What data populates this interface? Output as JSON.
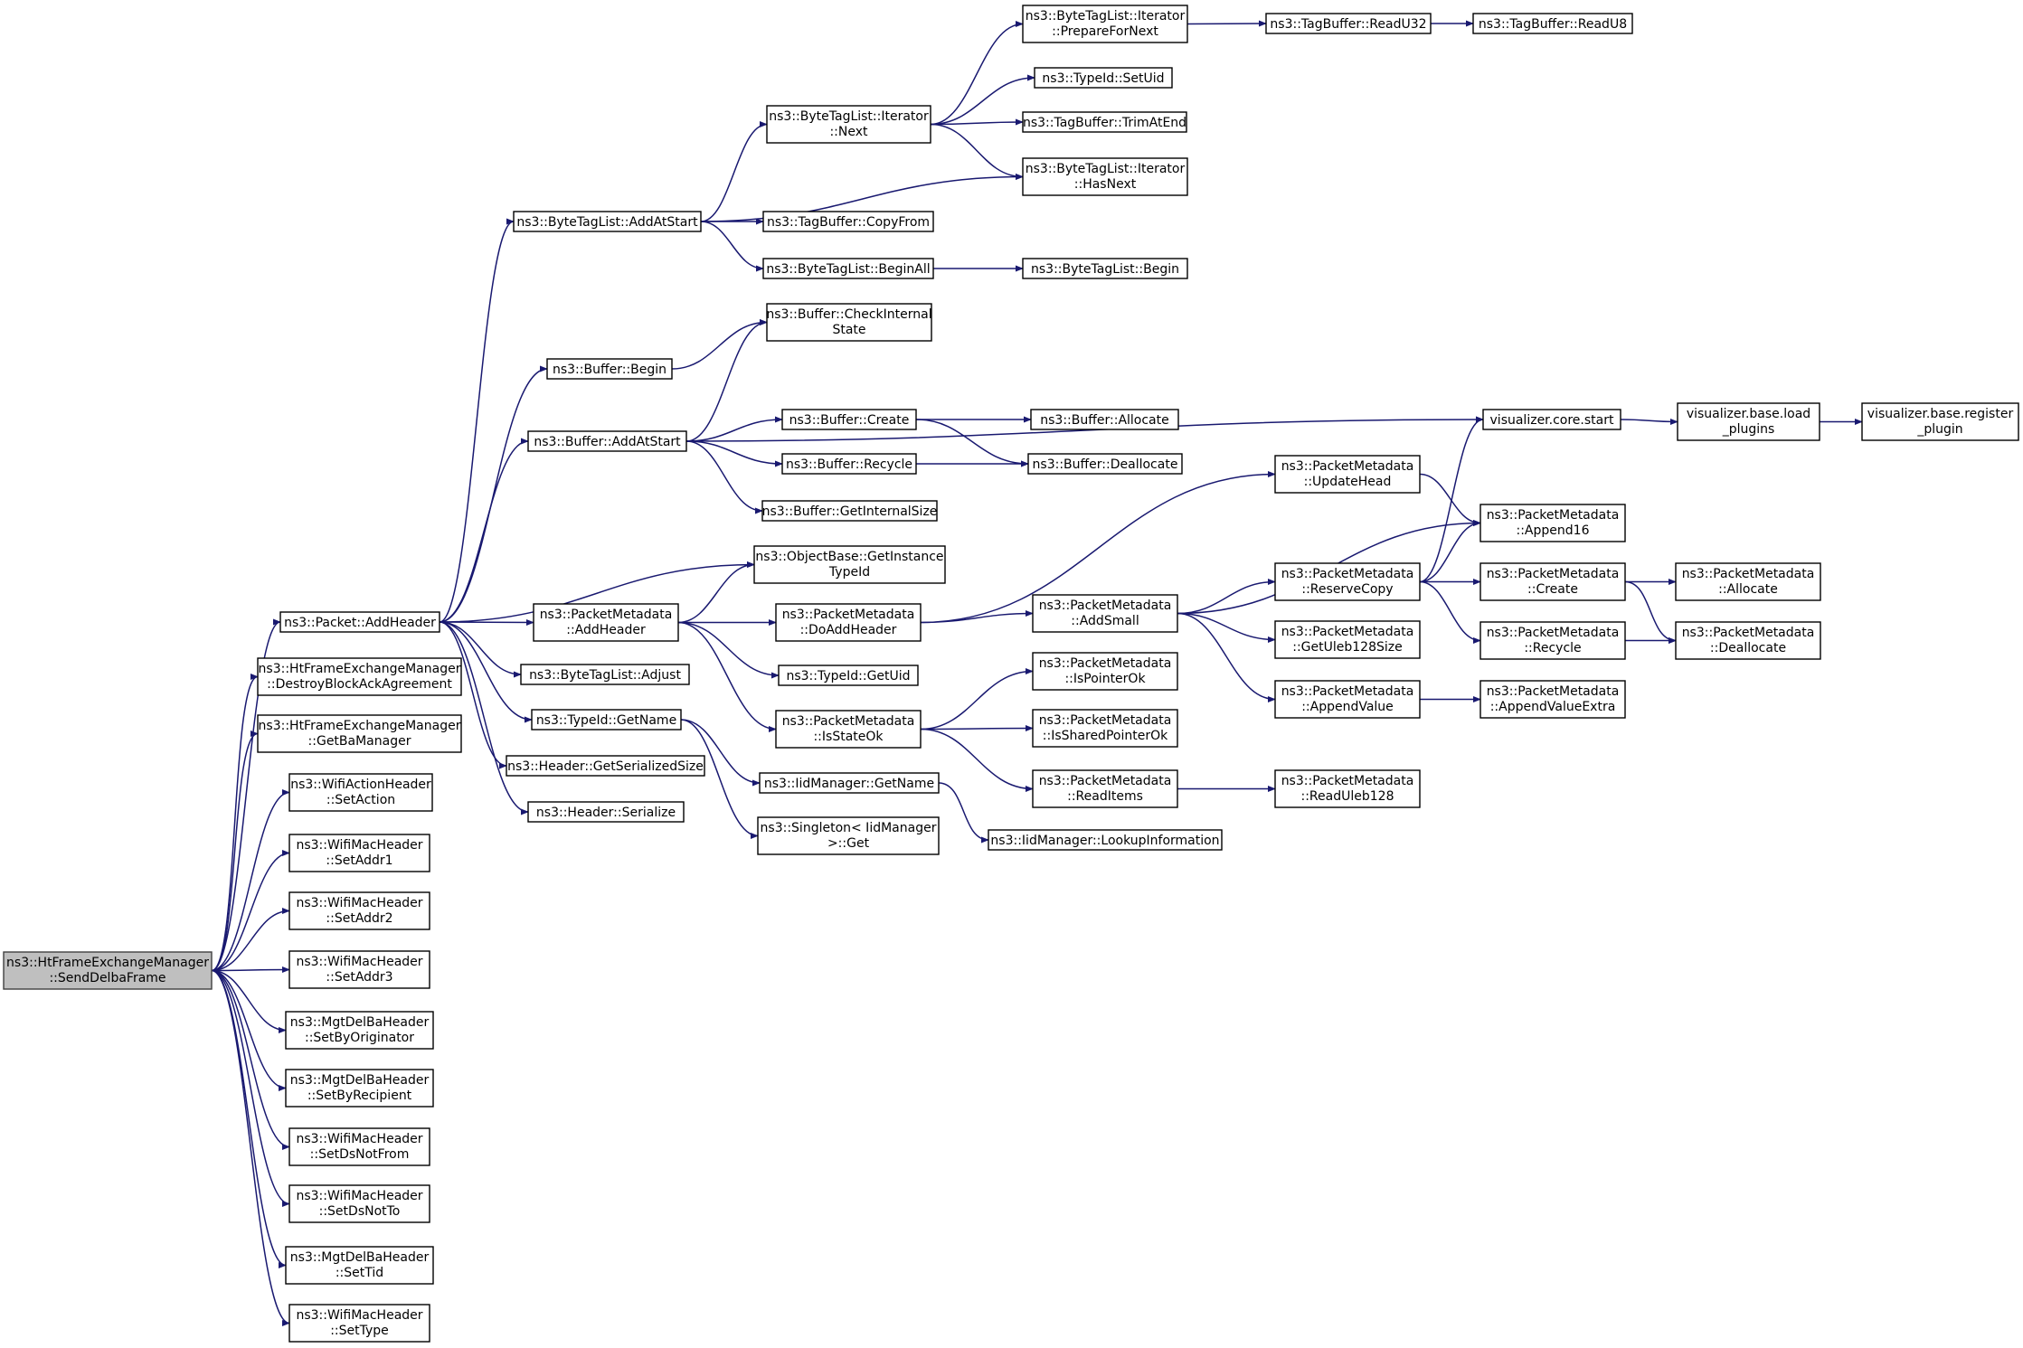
{
  "graph": {
    "root": "root",
    "nodes": [
      {
        "id": "root",
        "lines": [
          "ns3::HtFrameExchangeManager",
          "::SendDelbaFrame"
        ],
        "root": true
      },
      {
        "id": "pkt_addheader",
        "lines": [
          "ns3::Packet::AddHeader"
        ]
      },
      {
        "id": "destroy_block",
        "lines": [
          "ns3::HtFrameExchangeManager",
          "::DestroyBlockAckAgreement"
        ]
      },
      {
        "id": "get_ba",
        "lines": [
          "ns3::HtFrameExchangeManager",
          "::GetBaManager"
        ]
      },
      {
        "id": "set_action",
        "lines": [
          "ns3::WifiActionHeader",
          "::SetAction"
        ]
      },
      {
        "id": "set_addr1",
        "lines": [
          "ns3::WifiMacHeader",
          "::SetAddr1"
        ]
      },
      {
        "id": "set_addr2",
        "lines": [
          "ns3::WifiMacHeader",
          "::SetAddr2"
        ]
      },
      {
        "id": "set_addr3",
        "lines": [
          "ns3::WifiMacHeader",
          "::SetAddr3"
        ]
      },
      {
        "id": "set_by_orig",
        "lines": [
          "ns3::MgtDelBaHeader",
          "::SetByOriginator"
        ]
      },
      {
        "id": "set_by_recip",
        "lines": [
          "ns3::MgtDelBaHeader",
          "::SetByRecipient"
        ]
      },
      {
        "id": "set_ds_not_from",
        "lines": [
          "ns3::WifiMacHeader",
          "::SetDsNotFrom"
        ]
      },
      {
        "id": "set_ds_not_to",
        "lines": [
          "ns3::WifiMacHeader",
          "::SetDsNotTo"
        ]
      },
      {
        "id": "set_tid",
        "lines": [
          "ns3::MgtDelBaHeader",
          "::SetTid"
        ]
      },
      {
        "id": "set_type",
        "lines": [
          "ns3::WifiMacHeader",
          "::SetType"
        ]
      },
      {
        "id": "btl_addatstart",
        "lines": [
          "ns3::ByteTagList::AddAtStart"
        ]
      },
      {
        "id": "buf_begin",
        "lines": [
          "ns3::Buffer::Begin"
        ]
      },
      {
        "id": "buf_addatstart",
        "lines": [
          "ns3::Buffer::AddAtStart"
        ]
      },
      {
        "id": "pm_addheader",
        "lines": [
          "ns3::PacketMetadata",
          "::AddHeader"
        ]
      },
      {
        "id": "btl_adjust",
        "lines": [
          "ns3::ByteTagList::Adjust"
        ]
      },
      {
        "id": "typeid_getname",
        "lines": [
          "ns3::TypeId::GetName"
        ]
      },
      {
        "id": "hdr_getsersize",
        "lines": [
          "ns3::Header::GetSerializedSize"
        ]
      },
      {
        "id": "hdr_serialize",
        "lines": [
          "ns3::Header::Serialize"
        ]
      },
      {
        "id": "btli_next",
        "lines": [
          "ns3::ByteTagList::Iterator",
          "::Next"
        ]
      },
      {
        "id": "tb_copyfrom",
        "lines": [
          "ns3::TagBuffer::CopyFrom"
        ]
      },
      {
        "id": "btl_beginall",
        "lines": [
          "ns3::ByteTagList::BeginAll"
        ]
      },
      {
        "id": "buf_checkinternal",
        "lines": [
          "ns3::Buffer::CheckInternal",
          "State"
        ]
      },
      {
        "id": "buf_create",
        "lines": [
          "ns3::Buffer::Create"
        ]
      },
      {
        "id": "buf_recycle",
        "lines": [
          "ns3::Buffer::Recycle"
        ]
      },
      {
        "id": "buf_getinternalsize",
        "lines": [
          "ns3::Buffer::GetInternalSize"
        ]
      },
      {
        "id": "objbase_gettypeid",
        "lines": [
          "ns3::ObjectBase::GetInstance",
          "TypeId"
        ]
      },
      {
        "id": "pm_doaddheader",
        "lines": [
          "ns3::PacketMetadata",
          "::DoAddHeader"
        ]
      },
      {
        "id": "typeid_getuid",
        "lines": [
          "ns3::TypeId::GetUid"
        ]
      },
      {
        "id": "pm_isstateok",
        "lines": [
          "ns3::PacketMetadata",
          "::IsStateOk"
        ]
      },
      {
        "id": "iid_getname",
        "lines": [
          "ns3::IidManager::GetName"
        ]
      },
      {
        "id": "singleton_get",
        "lines": [
          "ns3::Singleton< IidManager",
          " >::Get"
        ]
      },
      {
        "id": "btli_prepare",
        "lines": [
          "ns3::ByteTagList::Iterator",
          "::PrepareForNext"
        ]
      },
      {
        "id": "typeid_setuid",
        "lines": [
          "ns3::TypeId::SetUid"
        ]
      },
      {
        "id": "tb_trimatend",
        "lines": [
          "ns3::TagBuffer::TrimAtEnd"
        ]
      },
      {
        "id": "btli_hasnext",
        "lines": [
          "ns3::ByteTagList::Iterator",
          "::HasNext"
        ]
      },
      {
        "id": "btl_begin",
        "lines": [
          "ns3::ByteTagList::Begin"
        ]
      },
      {
        "id": "buf_allocate",
        "lines": [
          "ns3::Buffer::Allocate"
        ]
      },
      {
        "id": "buf_deallocate",
        "lines": [
          "ns3::Buffer::Deallocate"
        ]
      },
      {
        "id": "pm_addsmall",
        "lines": [
          "ns3::PacketMetadata",
          "::AddSmall"
        ]
      },
      {
        "id": "pm_ispointerok",
        "lines": [
          "ns3::PacketMetadata",
          "::IsPointerOk"
        ]
      },
      {
        "id": "pm_issharedpointerok",
        "lines": [
          "ns3::PacketMetadata",
          "::IsSharedPointerOk"
        ]
      },
      {
        "id": "pm_readitems",
        "lines": [
          "ns3::PacketMetadata",
          "::ReadItems"
        ]
      },
      {
        "id": "iid_lookup",
        "lines": [
          "ns3::IidManager::LookupInformation"
        ]
      },
      {
        "id": "tb_readu32",
        "lines": [
          "ns3::TagBuffer::ReadU32"
        ]
      },
      {
        "id": "tb_readu8",
        "lines": [
          "ns3::TagBuffer::ReadU8"
        ]
      },
      {
        "id": "pm_updatehead",
        "lines": [
          "ns3::PacketMetadata",
          "::UpdateHead"
        ]
      },
      {
        "id": "pm_reservecopy",
        "lines": [
          "ns3::PacketMetadata",
          "::ReserveCopy"
        ]
      },
      {
        "id": "pm_getuleb128size",
        "lines": [
          "ns3::PacketMetadata",
          "::GetUleb128Size"
        ]
      },
      {
        "id": "pm_appendvalue",
        "lines": [
          "ns3::PacketMetadata",
          "::AppendValue"
        ]
      },
      {
        "id": "pm_readuleb128",
        "lines": [
          "ns3::PacketMetadata",
          "::ReadUleb128"
        ]
      },
      {
        "id": "vis_core_start",
        "lines": [
          "visualizer.core.start"
        ]
      },
      {
        "id": "vis_load_plugins",
        "lines": [
          "visualizer.base.load",
          "_plugins"
        ]
      },
      {
        "id": "vis_register_plugin",
        "lines": [
          "visualizer.base.register",
          "_plugin"
        ]
      },
      {
        "id": "pm_append16",
        "lines": [
          "ns3::PacketMetadata",
          "::Append16"
        ]
      },
      {
        "id": "pm_create",
        "lines": [
          "ns3::PacketMetadata",
          "::Create"
        ]
      },
      {
        "id": "pm_recycle",
        "lines": [
          "ns3::PacketMetadata",
          "::Recycle"
        ]
      },
      {
        "id": "pm_appendvalueextra",
        "lines": [
          "ns3::PacketMetadata",
          "::AppendValueExtra"
        ]
      },
      {
        "id": "pm_allocate",
        "lines": [
          "ns3::PacketMetadata",
          "::Allocate"
        ]
      },
      {
        "id": "pm_deallocate",
        "lines": [
          "ns3::PacketMetadata",
          "::Deallocate"
        ]
      }
    ],
    "edges": [
      [
        "root",
        "pkt_addheader"
      ],
      [
        "root",
        "destroy_block"
      ],
      [
        "root",
        "get_ba"
      ],
      [
        "root",
        "set_action"
      ],
      [
        "root",
        "set_addr1"
      ],
      [
        "root",
        "set_addr2"
      ],
      [
        "root",
        "set_addr3"
      ],
      [
        "root",
        "set_by_orig"
      ],
      [
        "root",
        "set_by_recip"
      ],
      [
        "root",
        "set_ds_not_from"
      ],
      [
        "root",
        "set_ds_not_to"
      ],
      [
        "root",
        "set_tid"
      ],
      [
        "root",
        "set_type"
      ],
      [
        "pkt_addheader",
        "btl_addatstart"
      ],
      [
        "pkt_addheader",
        "buf_begin"
      ],
      [
        "pkt_addheader",
        "buf_addatstart"
      ],
      [
        "pkt_addheader",
        "objbase_gettypeid"
      ],
      [
        "pkt_addheader",
        "pm_addheader"
      ],
      [
        "pkt_addheader",
        "btl_adjust"
      ],
      [
        "pkt_addheader",
        "typeid_getname"
      ],
      [
        "pkt_addheader",
        "hdr_getsersize"
      ],
      [
        "pkt_addheader",
        "hdr_serialize"
      ],
      [
        "btl_addatstart",
        "btli_next"
      ],
      [
        "btl_addatstart",
        "btli_hasnext"
      ],
      [
        "btl_addatstart",
        "tb_copyfrom"
      ],
      [
        "btl_addatstart",
        "btl_beginall"
      ],
      [
        "btli_next",
        "btli_prepare"
      ],
      [
        "btli_next",
        "typeid_setuid"
      ],
      [
        "btli_next",
        "tb_trimatend"
      ],
      [
        "btli_next",
        "btli_hasnext"
      ],
      [
        "btli_prepare",
        "tb_readu32"
      ],
      [
        "tb_readu32",
        "tb_readu8"
      ],
      [
        "btl_beginall",
        "btl_begin"
      ],
      [
        "buf_begin",
        "buf_checkinternal"
      ],
      [
        "buf_addatstart",
        "buf_checkinternal"
      ],
      [
        "buf_addatstart",
        "vis_core_start"
      ],
      [
        "buf_addatstart",
        "buf_create"
      ],
      [
        "buf_addatstart",
        "buf_recycle"
      ],
      [
        "buf_addatstart",
        "buf_getinternalsize"
      ],
      [
        "buf_create",
        "buf_allocate"
      ],
      [
        "buf_create",
        "buf_deallocate"
      ],
      [
        "buf_recycle",
        "buf_deallocate"
      ],
      [
        "vis_core_start",
        "vis_load_plugins"
      ],
      [
        "vis_load_plugins",
        "vis_register_plugin"
      ],
      [
        "pm_addheader",
        "objbase_gettypeid"
      ],
      [
        "pm_addheader",
        "pm_doaddheader"
      ],
      [
        "pm_addheader",
        "typeid_getuid"
      ],
      [
        "pm_addheader",
        "pm_isstateok"
      ],
      [
        "pm_doaddheader",
        "pm_updatehead"
      ],
      [
        "pm_doaddheader",
        "pm_addsmall"
      ],
      [
        "pm_updatehead",
        "pm_append16"
      ],
      [
        "pm_addsmall",
        "pm_append16"
      ],
      [
        "pm_addsmall",
        "pm_reservecopy"
      ],
      [
        "pm_addsmall",
        "pm_getuleb128size"
      ],
      [
        "pm_addsmall",
        "pm_appendvalue"
      ],
      [
        "pm_reservecopy",
        "vis_core_start"
      ],
      [
        "pm_reservecopy",
        "pm_append16"
      ],
      [
        "pm_reservecopy",
        "pm_create"
      ],
      [
        "pm_reservecopy",
        "pm_recycle"
      ],
      [
        "pm_create",
        "pm_allocate"
      ],
      [
        "pm_create",
        "pm_deallocate"
      ],
      [
        "pm_recycle",
        "pm_deallocate"
      ],
      [
        "pm_appendvalue",
        "pm_appendvalueextra"
      ],
      [
        "pm_isstateok",
        "pm_ispointerok"
      ],
      [
        "pm_isstateok",
        "pm_issharedpointerok"
      ],
      [
        "pm_isstateok",
        "pm_readitems"
      ],
      [
        "pm_readitems",
        "pm_readuleb128"
      ],
      [
        "typeid_getname",
        "iid_getname"
      ],
      [
        "typeid_getname",
        "singleton_get"
      ],
      [
        "iid_getname",
        "iid_lookup"
      ]
    ]
  }
}
